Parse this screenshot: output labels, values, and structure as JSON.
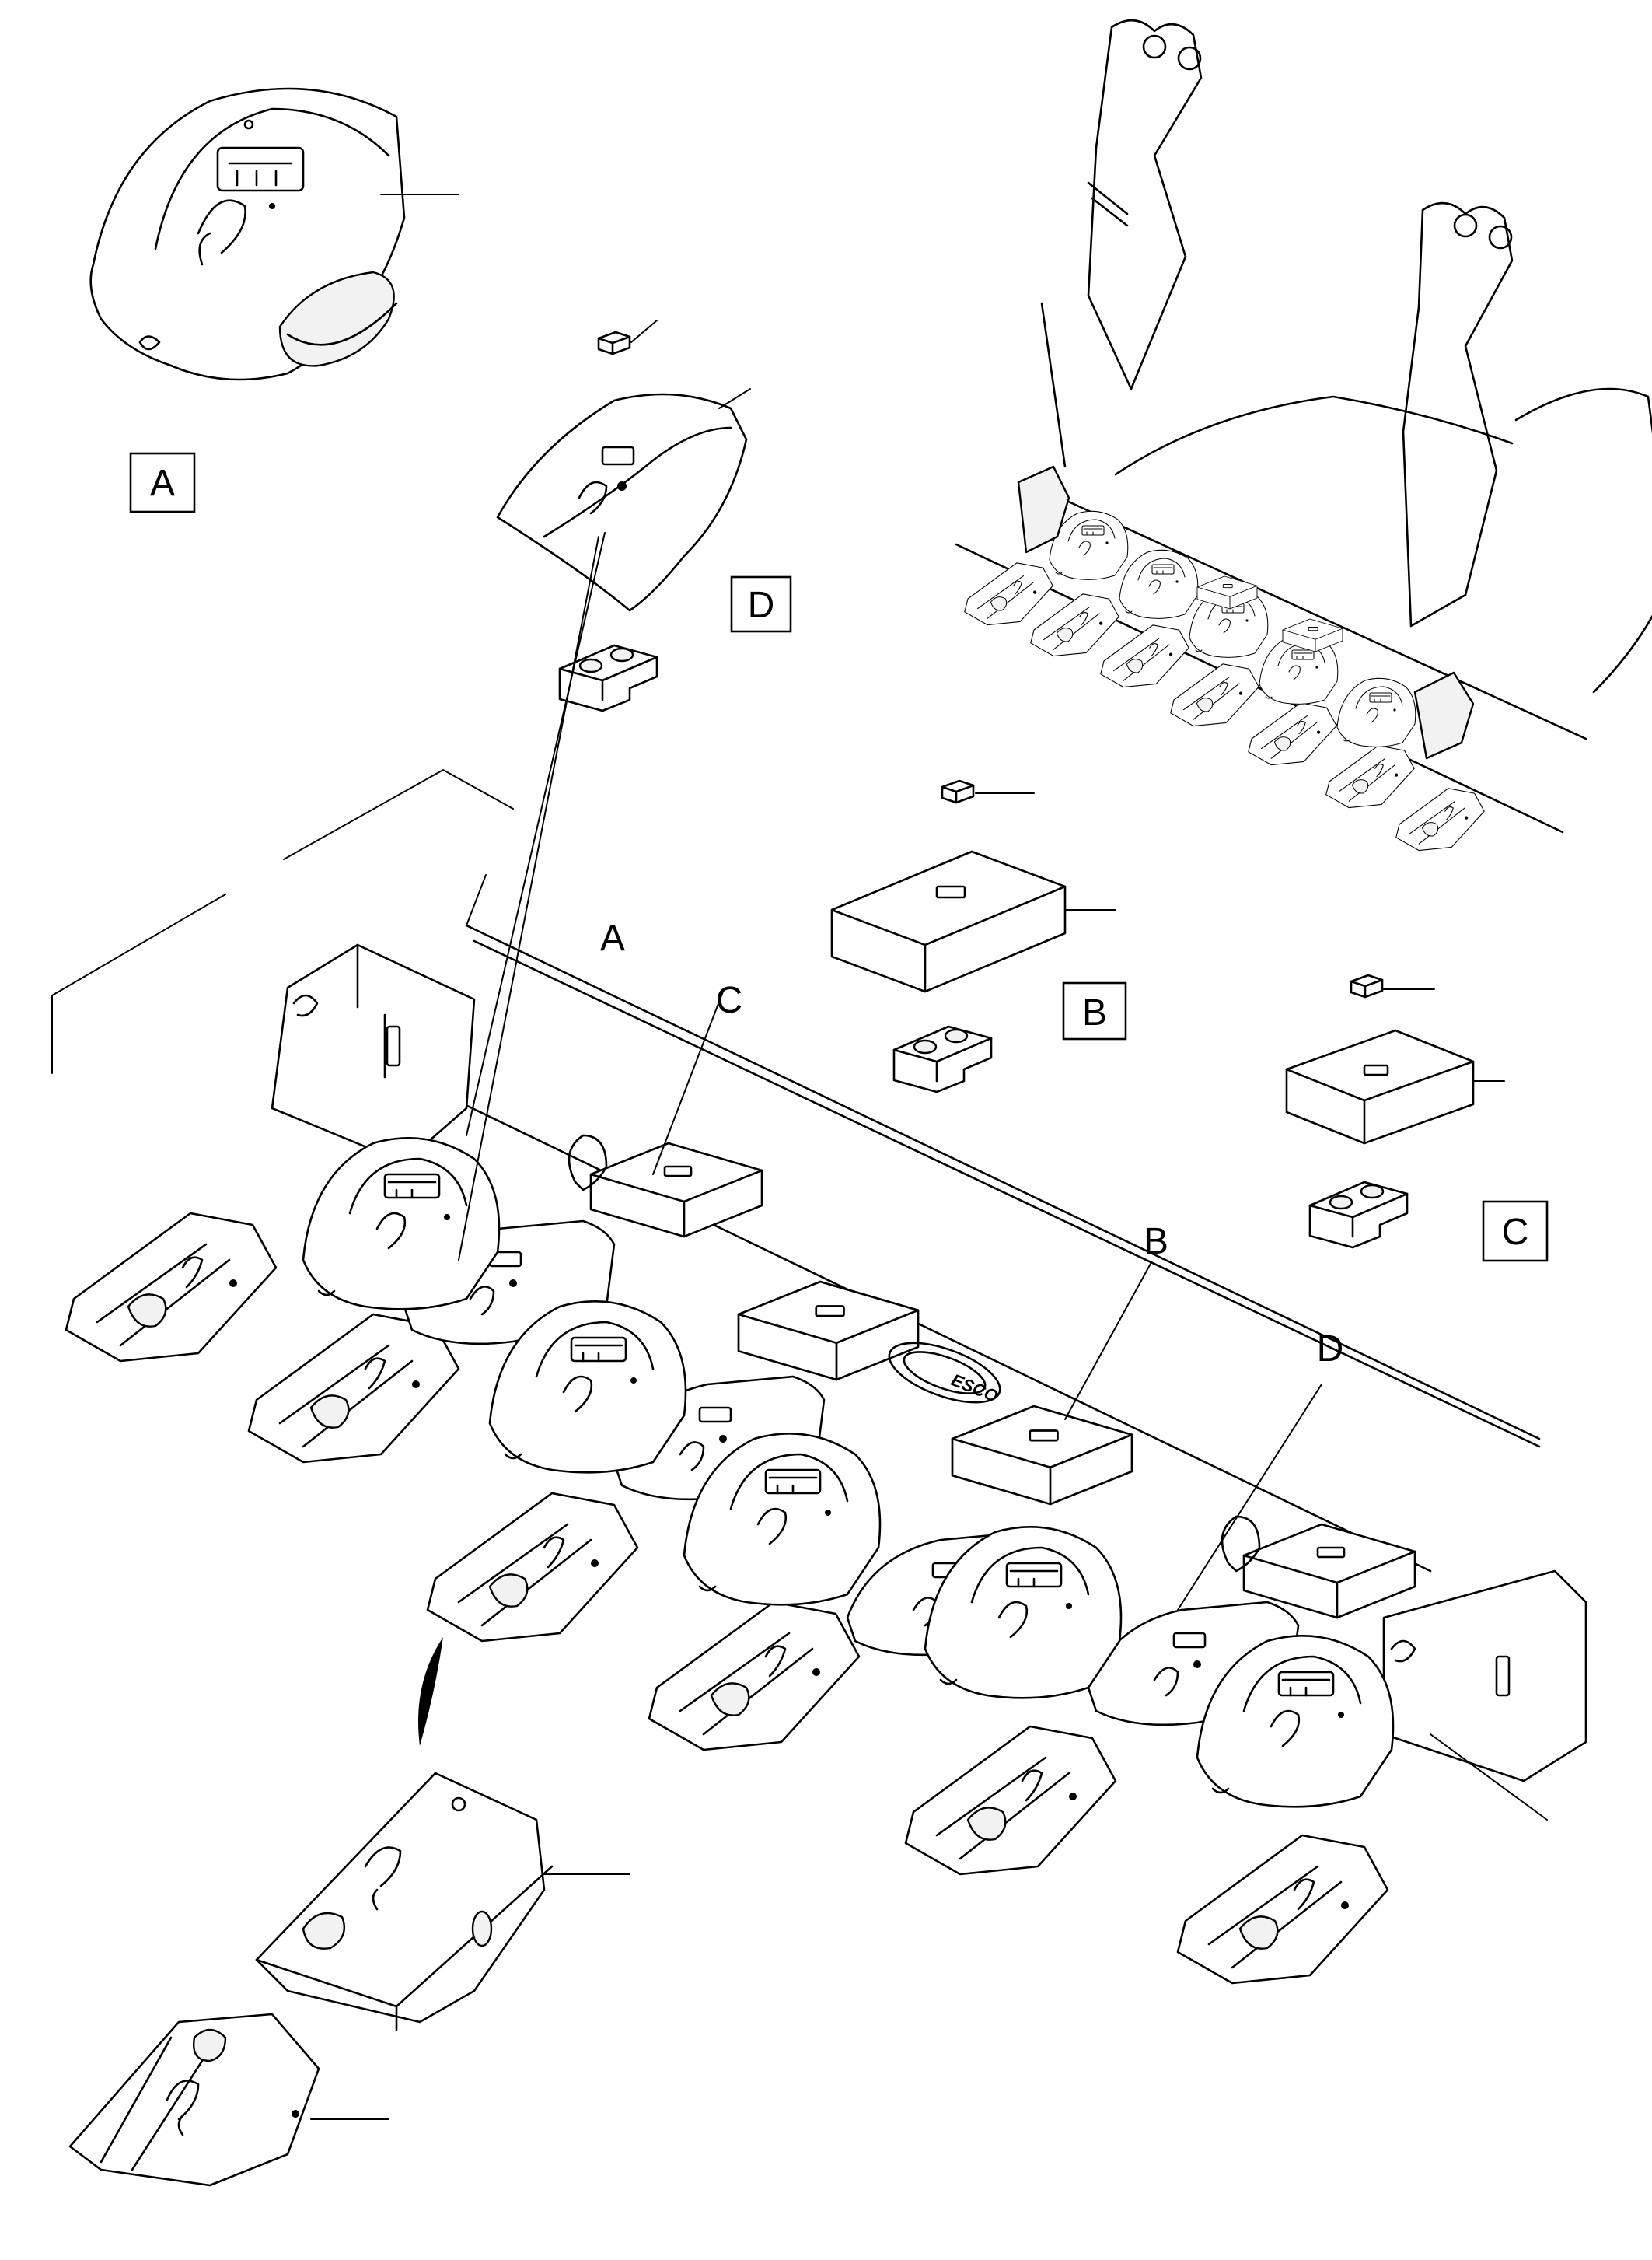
{
  "labels": {
    "box_a": "A",
    "box_b": "B",
    "box_c": "C",
    "box_d": "D",
    "callout_a": "A",
    "callout_b": "B",
    "callout_c": "C",
    "callout_d": "D",
    "brand": "ESCO"
  }
}
